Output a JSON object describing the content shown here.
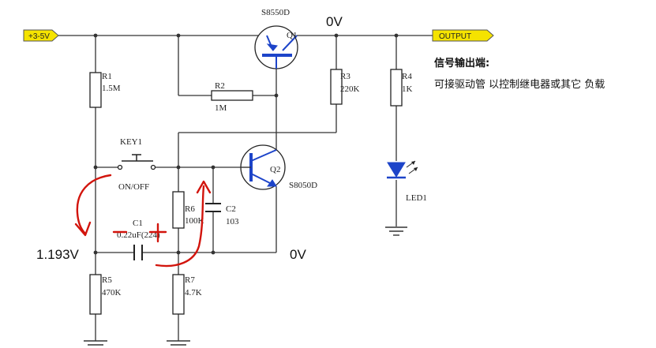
{
  "schematic": {
    "power_in_label": "+3-5V",
    "output_label": "OUTPUT",
    "output_note_title": "信号输出端:",
    "output_note_text": "可接驱动管 以控制继电器或其它 负载",
    "voltage_top": "0V",
    "voltage_left": "1.193V",
    "voltage_right": "0V",
    "q1": {
      "ref": "Q1",
      "part": "S8550D"
    },
    "q2": {
      "ref": "Q2",
      "part": "S8050D"
    },
    "r1": {
      "ref": "R1",
      "value": "1.5M"
    },
    "r2": {
      "ref": "R2",
      "value": "1M"
    },
    "r3": {
      "ref": "R3",
      "value": "220K"
    },
    "r4": {
      "ref": "R4",
      "value": "1K"
    },
    "r5": {
      "ref": "R5",
      "value": "470K"
    },
    "r6": {
      "ref": "R6",
      "value": "100K"
    },
    "r7": {
      "ref": "R7",
      "value": "4.7K"
    },
    "c1": {
      "ref": "C1",
      "value": "0.22uF(224)"
    },
    "c2": {
      "ref": "C2",
      "value": "103"
    },
    "key1": {
      "ref": "KEY1",
      "state": "ON/OFF"
    },
    "led1": {
      "ref": "LED1"
    }
  },
  "colors": {
    "annotation_red": "#d2140c",
    "transistor_blue": "#1d44c9",
    "tag_fill": "#f5e300"
  }
}
